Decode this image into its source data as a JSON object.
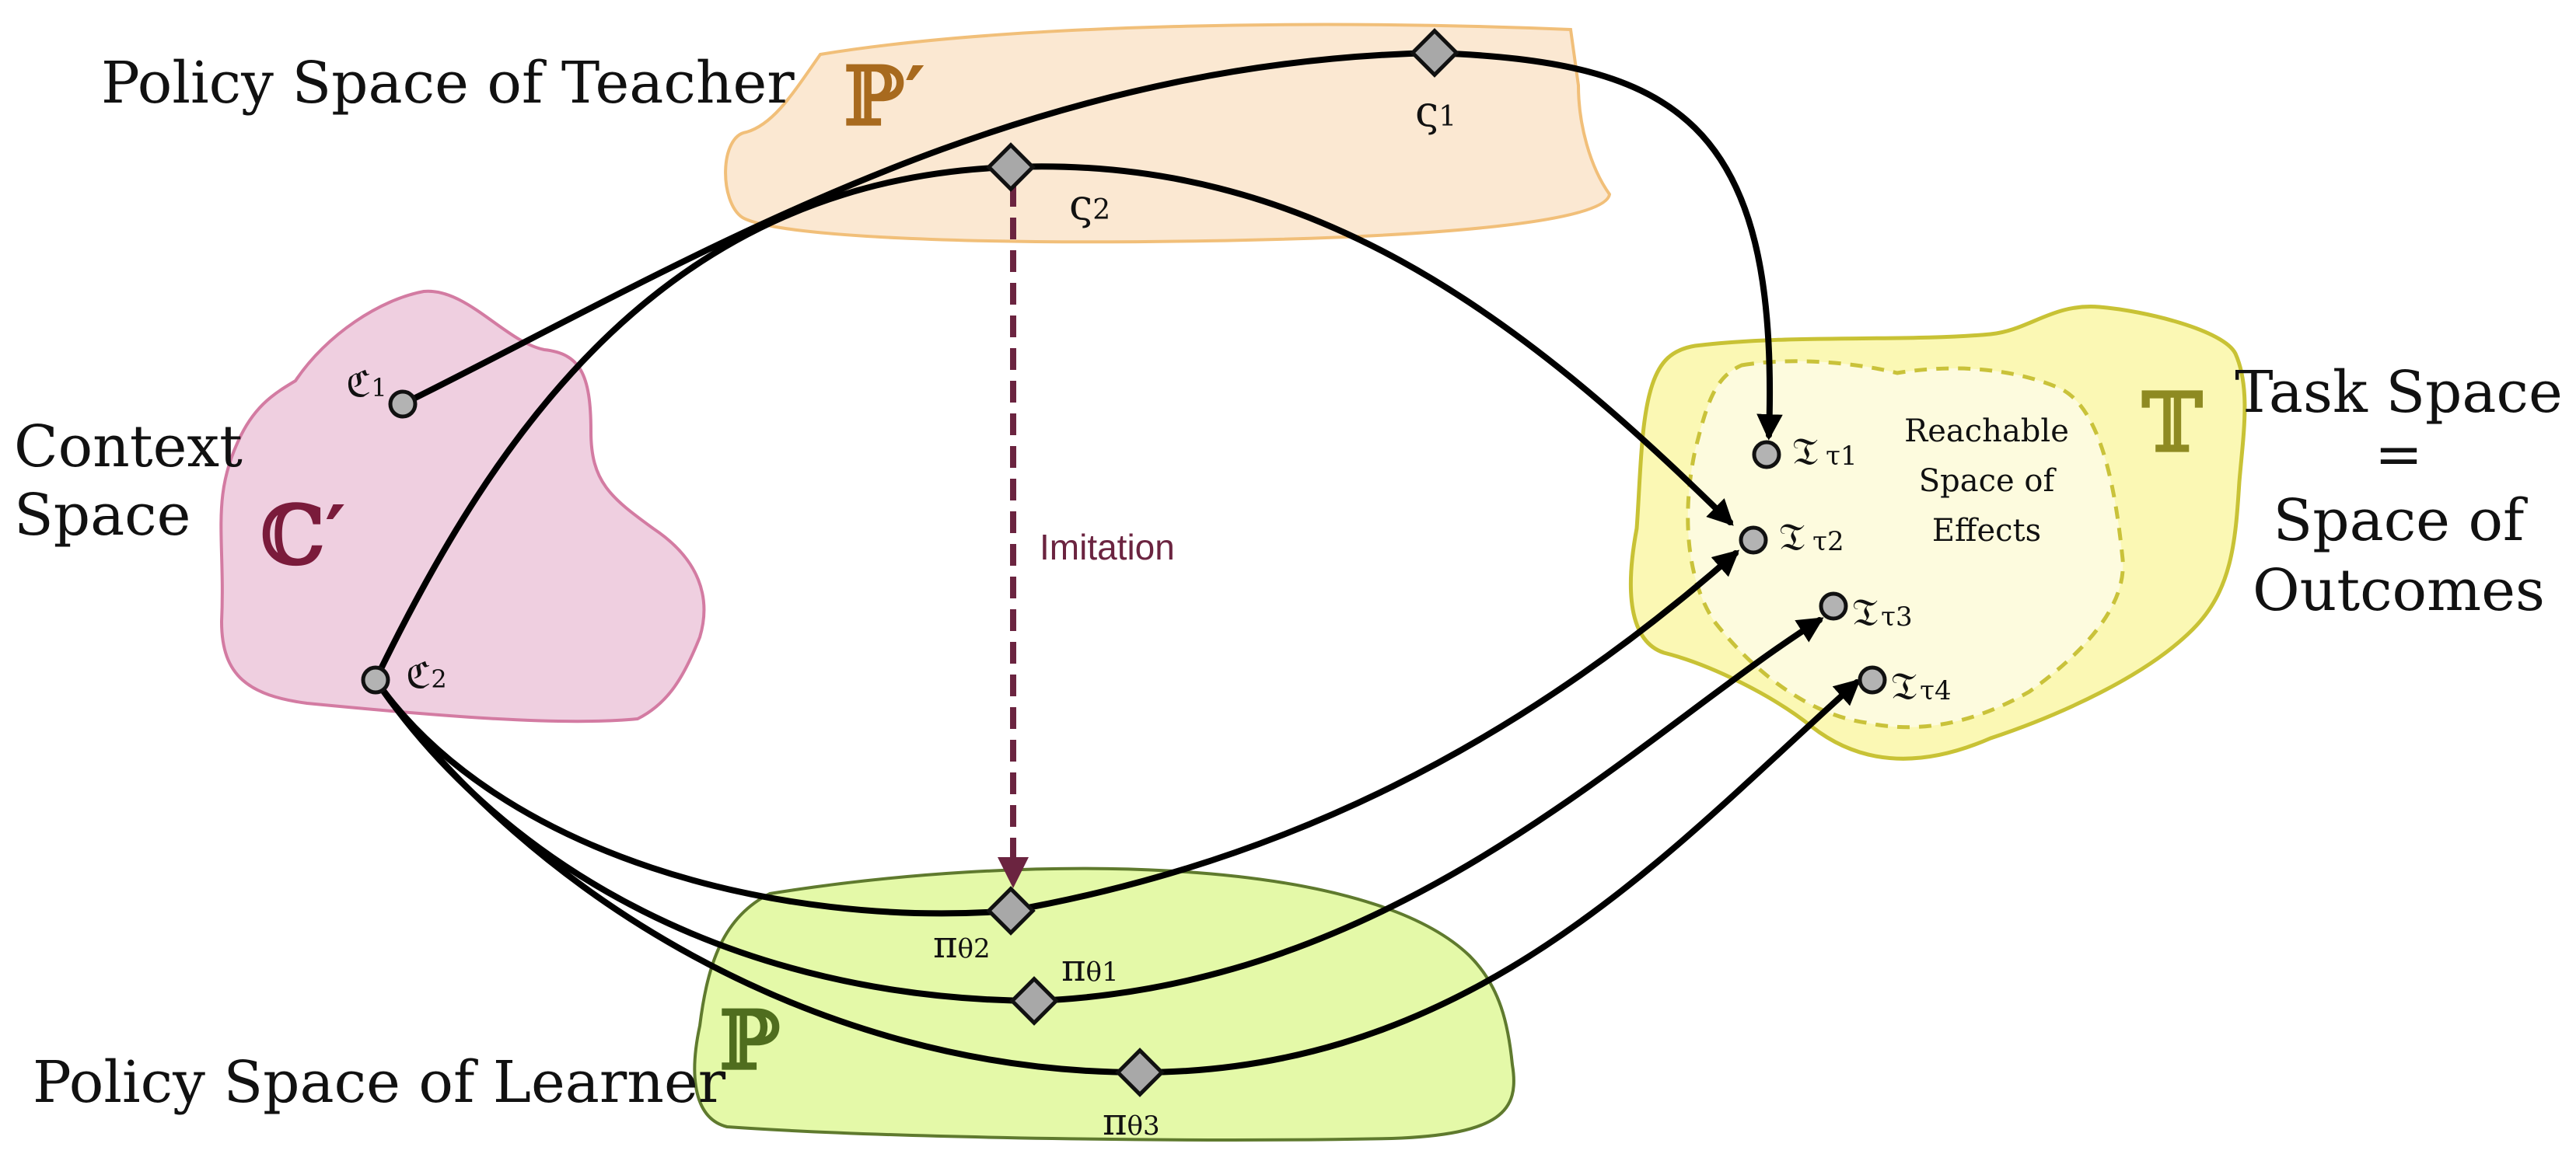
{
  "labels": {
    "teacher_space": "Policy Space of Teacher",
    "learner_space": "Policy Space of Learner",
    "context_space_line1": "Context",
    "context_space_line2": "Space",
    "task_space_line1": "Task Space",
    "task_space_line2": "=",
    "task_space_line3": "Space of",
    "task_space_line4": "Outcomes",
    "reachable_line1": "Reachable",
    "reachable_line2": "Space of",
    "reachable_line3": "Effects",
    "imitation": "Imitation"
  },
  "region_symbols": {
    "teacher": "ℙ′",
    "learner": "ℙ",
    "context": "ℂ′",
    "task": "𝕋"
  },
  "nodes": {
    "zeta1": {
      "sym": "ς",
      "sub": "1"
    },
    "zeta2": {
      "sym": "ς",
      "sub": "2"
    },
    "c1": {
      "sym": "ℭ",
      "sub": "1"
    },
    "c2": {
      "sym": "ℭ",
      "sub": "2"
    },
    "pi1": {
      "sym": "π",
      "sub": "θ1"
    },
    "pi2": {
      "sym": "π",
      "sub": "θ2"
    },
    "pi3": {
      "sym": "π",
      "sub": "θ3"
    },
    "t1": {
      "sym": "𝔗",
      "sub": "τ1"
    },
    "t2": {
      "sym": "𝔗",
      "sub": "τ2"
    },
    "t3": {
      "sym": "𝔗",
      "sub": "τ3"
    },
    "t4": {
      "sym": "𝔗",
      "sub": "τ4"
    }
  },
  "colors": {
    "teacher_fill": "#fbe8d2",
    "teacher_stroke": "#f1bf79",
    "teacher_symbol": "#a86a1e",
    "context_fill": "#efcfe0",
    "context_stroke": "#d37ba2",
    "context_symbol": "#7a1b3b",
    "learner_fill": "#e4f9a8",
    "learner_stroke": "#5f7a2e",
    "learner_symbol": "#4f6d1e",
    "task_fill": "#fbf8b4",
    "task_stroke": "#c8c235",
    "task_symbol": "#8e8a22",
    "reachable_fill": "#fdfbde",
    "reachable_stroke": "#c9c23a",
    "imitation": "#6b2440"
  }
}
